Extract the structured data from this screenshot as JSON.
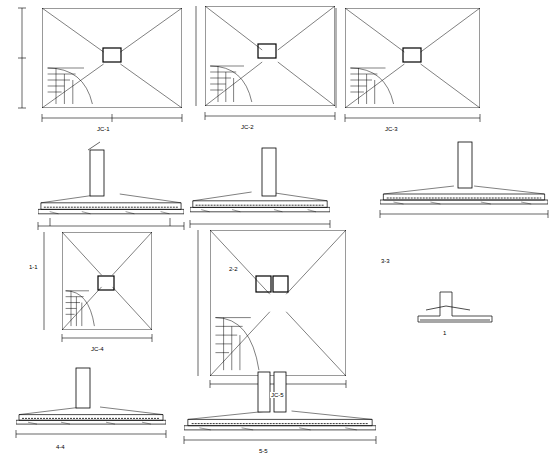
{
  "diagram": {
    "labels": [
      "JC-1",
      "JC-2",
      "JC-3",
      "1-1",
      "2-2",
      "3-3",
      "JC-4",
      "JC-5",
      "4-4",
      "5-5",
      "1"
    ]
  }
}
